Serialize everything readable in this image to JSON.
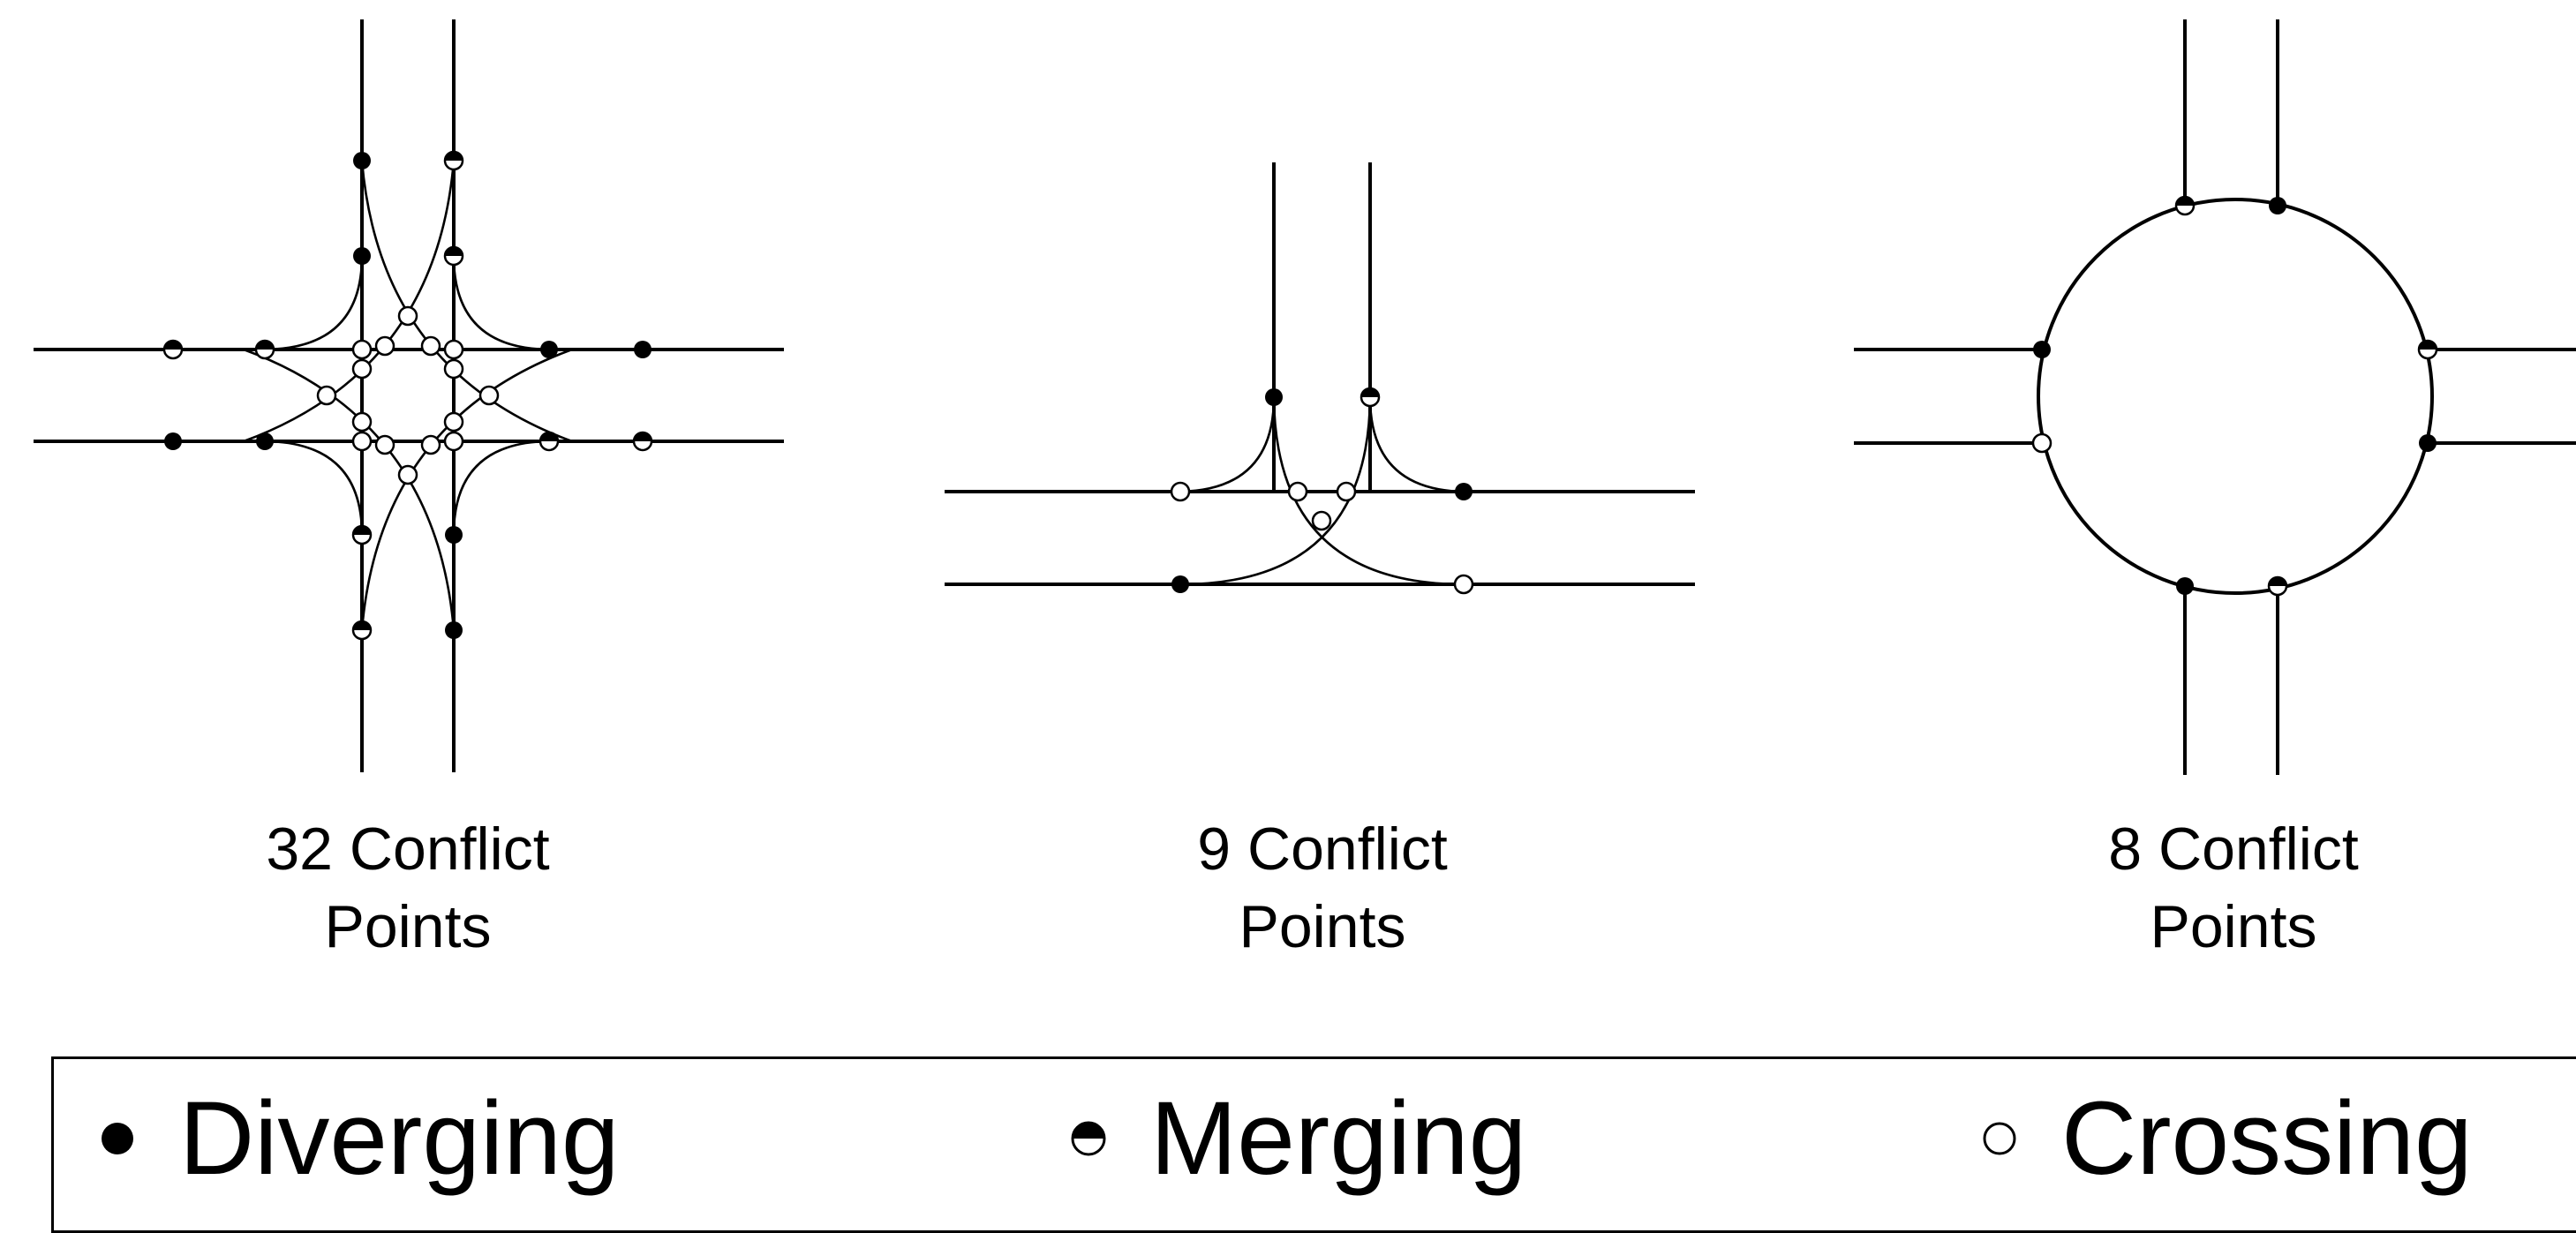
{
  "diagrams": [
    {
      "conflict_count": "32 Conflict",
      "points_word": "Points"
    },
    {
      "conflict_count": "9 Conflict",
      "points_word": "Points"
    },
    {
      "conflict_count": "8 Conflict",
      "points_word": "Points"
    }
  ],
  "legend": {
    "diverging": "Diverging",
    "merging": "Merging",
    "crossing": "Crossing"
  },
  "marker_types": [
    "diverging",
    "merging",
    "crossing"
  ],
  "colors": {
    "ink": "#000000",
    "background": "#ffffff"
  }
}
